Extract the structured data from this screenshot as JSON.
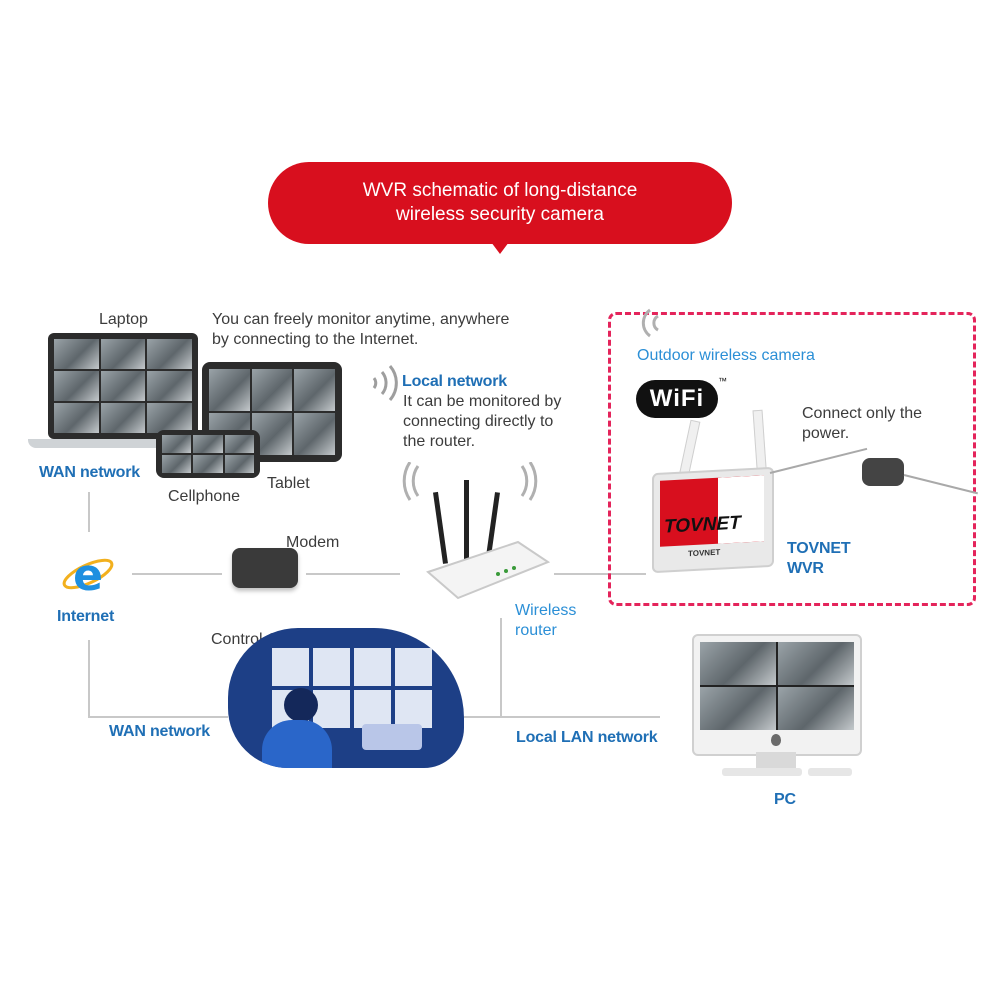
{
  "title": {
    "line1": "WVR schematic of long-distance",
    "line2": "wireless security camera",
    "color": "#d80f1e"
  },
  "labels": {
    "laptop": "Laptop",
    "monitor_text_line1": "You can freely monitor anytime, anywhere",
    "monitor_text_line2": "by connecting to the Internet.",
    "local_network": "Local network",
    "local_text_line1": "It can be monitored by",
    "local_text_line2": "connecting directly to",
    "local_text_line3": "the router.",
    "wan_network_top": "WAN network",
    "cellphone": "Cellphone",
    "tablet": "Tablet",
    "modem": "Modem",
    "internet": "Internet",
    "wireless_router_line1": "Wireless",
    "wireless_router_line2": "router",
    "control_center": "Control Center",
    "wan_network_bottom": "WAN network",
    "local_lan_network": "Local LAN network",
    "pc": "PC",
    "outdoor_camera": "Outdoor wireless camera",
    "connect_power_line1": "Connect only the",
    "connect_power_line2": "power.",
    "tovnet_wvr_line1": "TOVNET",
    "tovnet_wvr_line2": "WVR",
    "wifi_logo_text": "WiFi",
    "tm": "™",
    "screen_brand": "TOVNET",
    "bezel_brand": "TOVNET"
  },
  "colors": {
    "accent_red": "#d80f1e",
    "dashed_pink": "#e4245b",
    "label_blue": "#1f6fb5",
    "text_gray": "#3c3c3c"
  },
  "icons": [
    "wifi-signal-icon",
    "internet-explorer-icon",
    "apple-logo-icon"
  ]
}
